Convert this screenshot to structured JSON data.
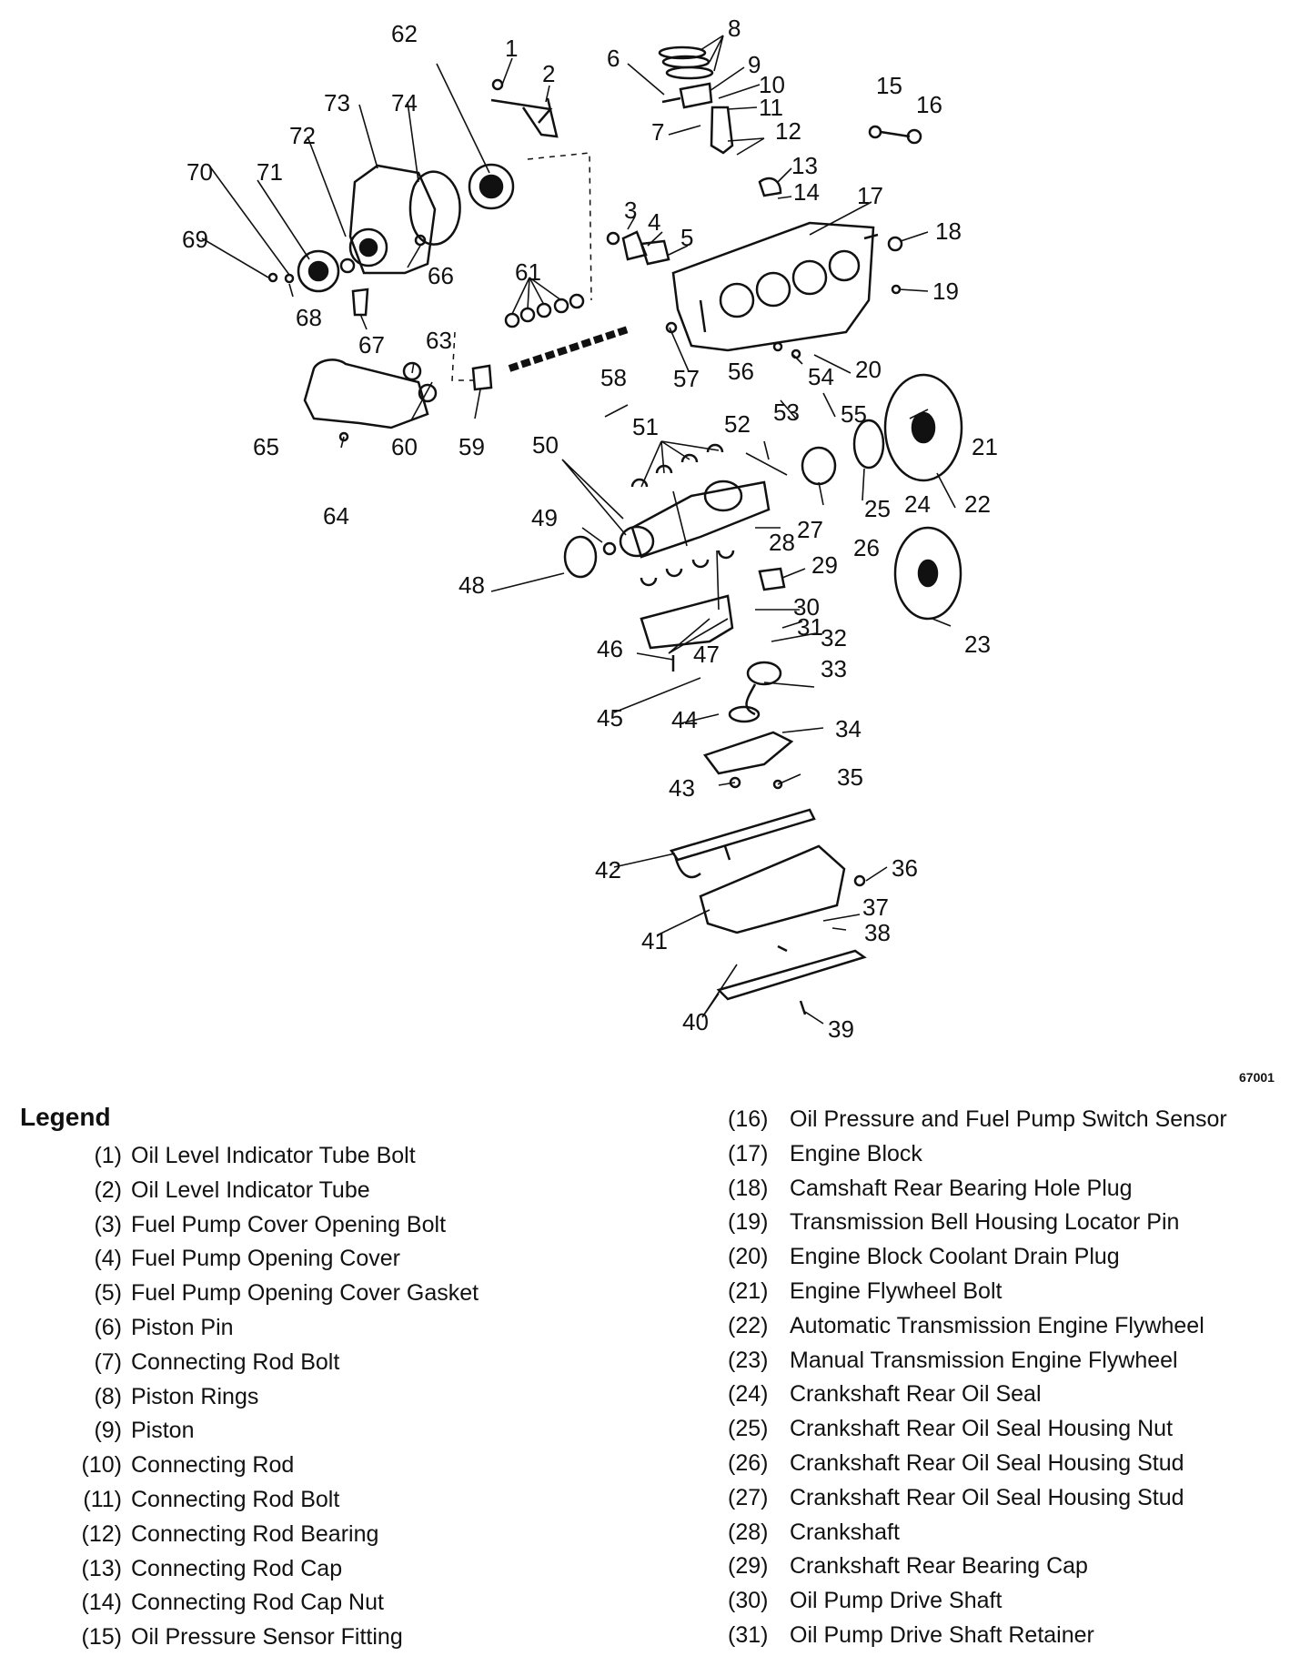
{
  "figure_code": "67001",
  "legend": {
    "title": "Legend",
    "left_items": [
      {
        "num": "(1)",
        "label": "Oil Level Indicator Tube Bolt"
      },
      {
        "num": "(2)",
        "label": "Oil Level Indicator Tube"
      },
      {
        "num": "(3)",
        "label": "Fuel Pump Cover Opening Bolt"
      },
      {
        "num": "(4)",
        "label": "Fuel Pump Opening Cover"
      },
      {
        "num": "(5)",
        "label": "Fuel Pump Opening Cover Gasket"
      },
      {
        "num": "(6)",
        "label": "Piston Pin"
      },
      {
        "num": "(7)",
        "label": "Connecting Rod Bolt"
      },
      {
        "num": "(8)",
        "label": "Piston Rings"
      },
      {
        "num": "(9)",
        "label": "Piston"
      },
      {
        "num": "(10)",
        "label": "Connecting Rod"
      },
      {
        "num": "(11)",
        "label": "Connecting Rod Bolt"
      },
      {
        "num": "(12)",
        "label": "Connecting Rod Bearing"
      },
      {
        "num": "(13)",
        "label": "Connecting Rod Cap"
      },
      {
        "num": "(14)",
        "label": "Connecting Rod Cap Nut"
      },
      {
        "num": "(15)",
        "label": "Oil Pressure Sensor Fitting"
      }
    ],
    "right_items": [
      {
        "num": "(16)",
        "label": "Oil Pressure and Fuel Pump Switch Sensor"
      },
      {
        "num": "(17)",
        "label": "Engine Block"
      },
      {
        "num": "(18)",
        "label": "Camshaft Rear Bearing Hole Plug"
      },
      {
        "num": "(19)",
        "label": "Transmission Bell Housing Locator Pin"
      },
      {
        "num": "(20)",
        "label": "Engine Block Coolant Drain Plug"
      },
      {
        "num": "(21)",
        "label": "Engine Flywheel Bolt"
      },
      {
        "num": "(22)",
        "label": "Automatic Transmission Engine Flywheel"
      },
      {
        "num": "(23)",
        "label": "Manual Transmission Engine Flywheel"
      },
      {
        "num": "(24)",
        "label": "Crankshaft Rear Oil Seal"
      },
      {
        "num": "(25)",
        "label": "Crankshaft Rear Oil Seal Housing Nut"
      },
      {
        "num": "(26)",
        "label": "Crankshaft Rear Oil Seal Housing Stud"
      },
      {
        "num": "(27)",
        "label": "Crankshaft Rear Oil Seal Housing Stud"
      },
      {
        "num": "(28)",
        "label": "Crankshaft"
      },
      {
        "num": "(29)",
        "label": "Crankshaft Rear Bearing Cap"
      },
      {
        "num": "(30)",
        "label": "Oil Pump Drive Shaft"
      },
      {
        "num": "(31)",
        "label": "Oil Pump Drive Shaft Retainer"
      }
    ]
  },
  "callouts": [
    "1",
    "2",
    "3",
    "4",
    "5",
    "6",
    "7",
    "8",
    "9",
    "10",
    "11",
    "12",
    "13",
    "14",
    "15",
    "16",
    "17",
    "18",
    "19",
    "20",
    "21",
    "22",
    "23",
    "24",
    "25",
    "26",
    "27",
    "28",
    "29",
    "30",
    "31",
    "32",
    "33",
    "34",
    "35",
    "36",
    "37",
    "38",
    "39",
    "40",
    "41",
    "42",
    "43",
    "44",
    "45",
    "46",
    "47",
    "48",
    "49",
    "50",
    "51",
    "52",
    "53",
    "54",
    "55",
    "56",
    "57",
    "58",
    "59",
    "60",
    "61",
    "62",
    "63",
    "64",
    "65",
    "66",
    "67",
    "68",
    "69",
    "70",
    "71",
    "72",
    "73",
    "74"
  ]
}
